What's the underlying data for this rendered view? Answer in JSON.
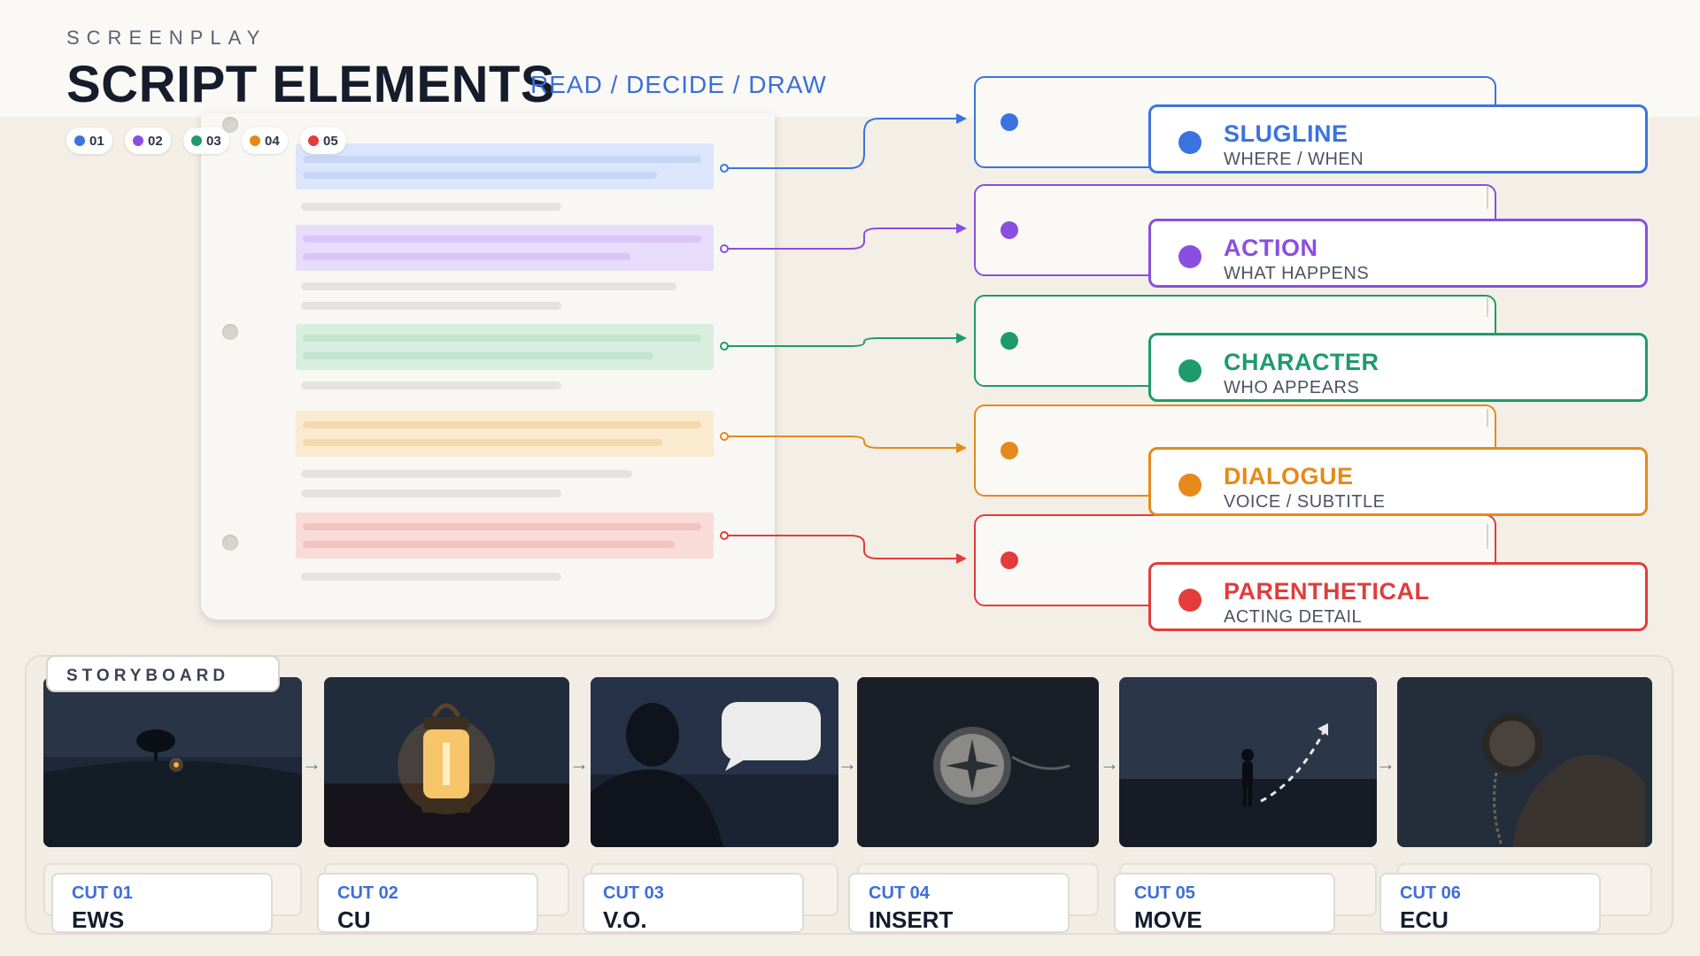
{
  "header": {
    "eyebrow": "SCREENPLAY",
    "title": "SCRIPT ELEMENTS",
    "subtitle": "READ / DECIDE / DRAW"
  },
  "legend": [
    {
      "label": "01",
      "color": "#3b73e0"
    },
    {
      "label": "02",
      "color": "#8a4fe0"
    },
    {
      "label": "03",
      "color": "#1f9a6d"
    },
    {
      "label": "04",
      "color": "#e58a1a"
    },
    {
      "label": "05",
      "color": "#e23c3c"
    }
  ],
  "elements": [
    {
      "name": "SLUGLINE",
      "desc": "WHERE / WHEN",
      "color": "#3b73e0",
      "tint": "#dbe5fb",
      "line": "#c7d6f6"
    },
    {
      "name": "ACTION",
      "desc": "WHAT HAPPENS",
      "color": "#8a4fe0",
      "tint": "#e7dcfa",
      "line": "#d8c6f6"
    },
    {
      "name": "CHARACTER",
      "desc": "WHO APPEARS",
      "color": "#1f9a6d",
      "tint": "#d8eedf",
      "line": "#c3e4cd"
    },
    {
      "name": "DIALOGUE",
      "desc": "VOICE / SUBTITLE",
      "color": "#e58a1a",
      "tint": "#faead0",
      "line": "#f4d9ad"
    },
    {
      "name": "PARENTHETICAL",
      "desc": "ACTING DETAIL",
      "color": "#e23c3c",
      "tint": "#f9dbd8",
      "line": "#f2c3bf"
    }
  ],
  "storyboard": {
    "label": "STORYBOARD",
    "cuts": [
      {
        "number": "CUT 01",
        "shot": "EWS",
        "icon": "tree-field-icon"
      },
      {
        "number": "CUT 02",
        "shot": "CU",
        "icon": "lantern-icon"
      },
      {
        "number": "CUT 03",
        "shot": "V.O.",
        "icon": "speech-bubble-icon"
      },
      {
        "number": "CUT 04",
        "shot": "INSERT",
        "icon": "compass-icon"
      },
      {
        "number": "CUT 05",
        "shot": "MOVE",
        "icon": "walking-figure-icon"
      },
      {
        "number": "CUT 06",
        "shot": "ECU",
        "icon": "pocket-watch-icon"
      }
    ]
  }
}
